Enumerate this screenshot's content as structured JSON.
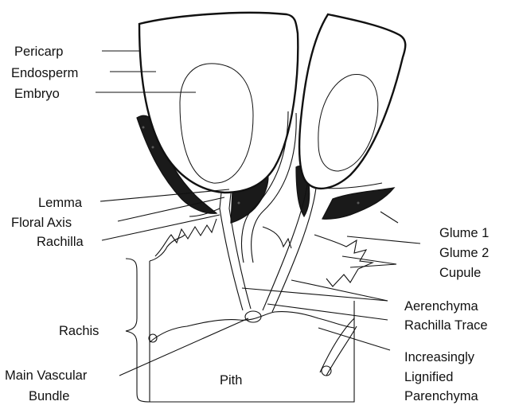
{
  "labels": {
    "pericarp": "Pericarp",
    "endosperm": "Endosperm",
    "embryo": "Embryo",
    "lemma": "Lemma",
    "floral_axis": "Floral Axis",
    "rachilla": "Rachilla",
    "rachis": "Rachis",
    "main_vascular_bundle_1": "Main Vascular",
    "main_vascular_bundle_2": "Bundle",
    "pith": "Pith",
    "glume1": "Glume 1",
    "glume2": "Glume 2",
    "cupule": "Cupule",
    "aerenchyma": "Aerenchyma",
    "rachilla_trace": "Rachilla Trace",
    "increasingly": "Increasingly",
    "lignified": "Lignified",
    "parenchyma": "Parenchyma"
  },
  "colors": {
    "ink": "#111111",
    "fill": "#ffffff",
    "dark_tissue": "#1a1a1a"
  }
}
